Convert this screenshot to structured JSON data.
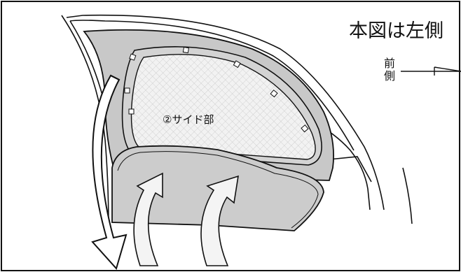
{
  "title": "本図は左側",
  "direction_label": "前側",
  "part_label": "②サイド部",
  "colors": {
    "shade": "#c8c8c8",
    "mesh": "#eeeeee",
    "line": "#111111",
    "background": "#ffffff"
  }
}
